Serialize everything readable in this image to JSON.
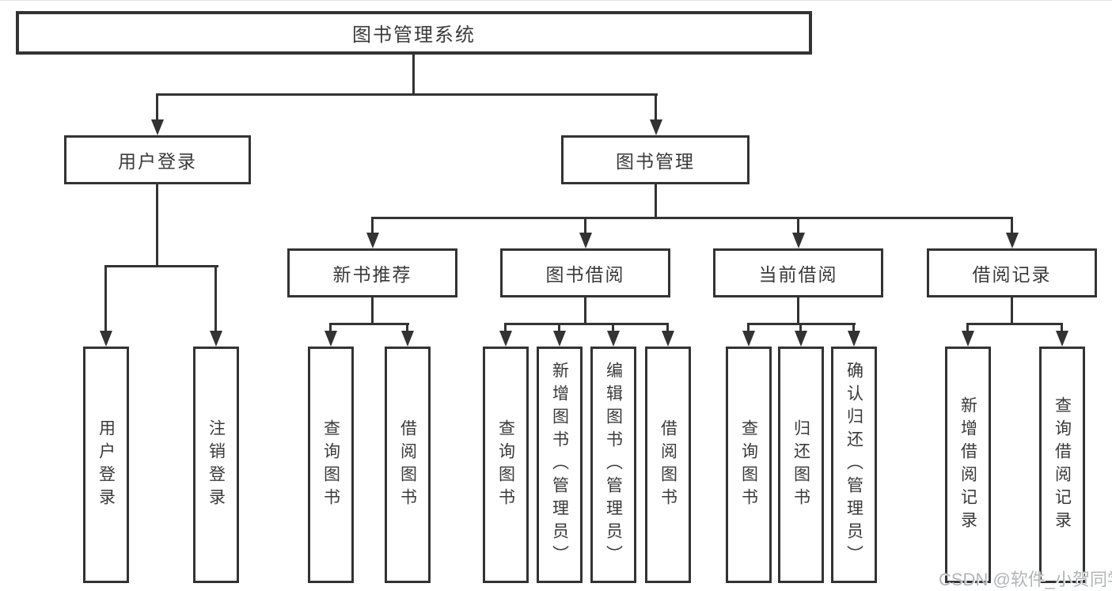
{
  "nodes": {
    "root": "图书管理系统",
    "user_login": "用户登录",
    "book_mgmt": "图书管理",
    "new_books": "新书推荐",
    "book_borrow": "图书借阅",
    "current_borrow": "当前借阅",
    "borrow_records": "借阅记录"
  },
  "leaves": {
    "user_login": [
      "用户登录",
      "注销登录"
    ],
    "new_books": [
      "查询图书",
      "借阅图书"
    ],
    "book_borrow": [
      "查询图书",
      "新增图书（管理员）",
      "编辑图书（管理员）",
      "借阅图书"
    ],
    "current_borrow": [
      "查询图书",
      "归还图书",
      "确认归还（管理员）"
    ],
    "borrow_records": [
      "新增借阅记录",
      "查询借阅记录"
    ]
  },
  "watermark": "CSDN @软件_小贺同学",
  "colors": {
    "line": "#333333",
    "text": "#3a3a3a",
    "background": "#ffffff",
    "watermark": "#b3b5ba"
  }
}
